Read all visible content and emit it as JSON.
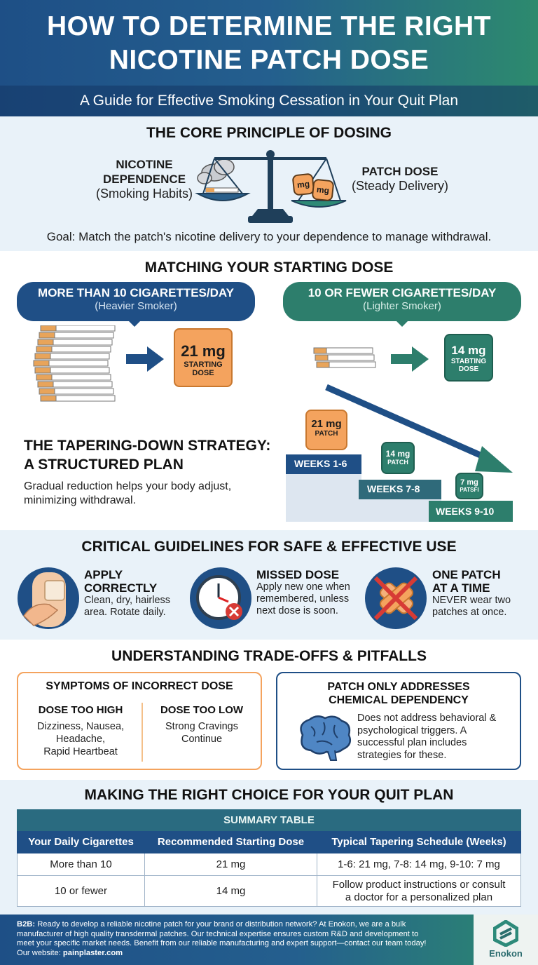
{
  "header": {
    "title_line1": "HOW TO DETERMINE THE RIGHT",
    "title_line2": "NICOTINE PATCH DOSE",
    "subtitle": "A Guide for Effective Smoking Cessation in Your Quit Plan"
  },
  "core": {
    "title": "THE CORE PRINCIPLE OF DOSING",
    "left_label_1": "NICOTINE",
    "left_label_2": "DEPENDENCE",
    "left_sub": "(Smoking Habits)",
    "right_label": "PATCH DOSE",
    "right_sub": "(Steady Delivery)",
    "pan_label": "mg",
    "goal": "Goal: Match the patch's nicotine delivery to your dependence to manage withdrawal."
  },
  "matching": {
    "title": "MATCHING YOUR STARTING DOSE",
    "heavy_label": "MORE THAN 10 CIGARETTES/DAY",
    "heavy_sub": "(Heavier Smoker)",
    "heavy_dose": "21 mg",
    "heavy_dose_label_1": "STARTING",
    "heavy_dose_label_2": "DOSE",
    "light_label": "10 OR FEWER CIGARETTES/DAY",
    "light_sub": "(Lighter Smoker)",
    "light_dose": "14 mg",
    "light_dose_label_1": "STABTING",
    "light_dose_label_2": "DOSE"
  },
  "taper": {
    "title_line1": "THE TAPERING-DOWN STRATEGY:",
    "title_line2": "A STRUCTURED PLAN",
    "desc": "Gradual reduction helps your body adjust, minimizing withdrawal.",
    "steps": [
      {
        "weeks": "WEEKS 1-6",
        "dose": "21 mg",
        "label": "PATCH"
      },
      {
        "weeks": "WEEKS 7-8",
        "dose": "14 mg",
        "label": "PATCH"
      },
      {
        "weeks": "WEEKS 9-10",
        "dose": "7 mg",
        "label": "PATSFI"
      }
    ]
  },
  "critical": {
    "title": "CRITICAL GUIDELINES FOR SAFE & EFFECTIVE USE",
    "items": [
      {
        "h1": "APPLY",
        "h2": "CORRECTLY",
        "t1": "Clean, dry, hairless",
        "t2": "area. Rotate daily."
      },
      {
        "h1": "MISSED DOSE",
        "h2": "",
        "t1": "Apply new one when",
        "t2": "remembered, unless",
        "t3": "next dose is soon."
      },
      {
        "h1": "ONE PATCH",
        "h2": "AT A TIME",
        "t1": "NEVER wear two",
        "t2": "patches at once."
      }
    ]
  },
  "trade": {
    "title": "UNDERSTANDING TRADE-OFFS & PITFALLS",
    "card1_title": "SYMPTOMS OF INCORRECT DOSE",
    "high_title": "DOSE TOO HIGH",
    "high_t1": "Dizziness, Nausea,",
    "high_t2": "Headache,",
    "high_t3": "Rapid Heartbeat",
    "low_title": "DOSE TOO LOW",
    "low_t1": "Strong Cravings",
    "low_t2": "Continue",
    "card2_title_1": "PATCH ONLY ADDRESSES",
    "card2_title_2": "CHEMICAL DEPENDENCY",
    "card2_t1": "Does not address behavioral &",
    "card2_t2": "psychological triggers. A",
    "card2_t3": "successful plan includes",
    "card2_t4": "strategies for these."
  },
  "choice": {
    "title": "MAKING THE RIGHT CHOICE FOR YOUR QUIT PLAN",
    "table_caption": "SUMMARY TABLE",
    "columns": [
      "Your Daily Cigarettes",
      "Recommended Starting Dose",
      "Typical Tapering Schedule (Weeks)"
    ],
    "rows": [
      [
        "More than 10",
        "21 mg",
        "1-6: 21 mg, 7-8: 14 mg, 9-10: 7 mg"
      ],
      [
        "10 or fewer",
        "14 mg",
        "Follow product instructions or consult",
        "a doctor for a personalized plan"
      ]
    ]
  },
  "footer": {
    "b2b": "B2B:",
    "text_1": " Ready to develop a reliable nicotine patch for your brand or distribution network? At Enokon, we are a bulk",
    "text_2": "manufacturer of high quality transdermal patches. Our technical expertise ensures custom R&D and development to",
    "text_3": "meet your specific market needs. Benefit from our reliable manufacturing and expert support—contact our team today!",
    "site_label": "Our website: ",
    "site": "painplaster.com",
    "brand": "Enokon"
  },
  "colors": {
    "navy": "#1f4f86",
    "teal": "#2d7e6c",
    "orange": "#f4a35e",
    "light_bg": "#e9f2f9"
  }
}
